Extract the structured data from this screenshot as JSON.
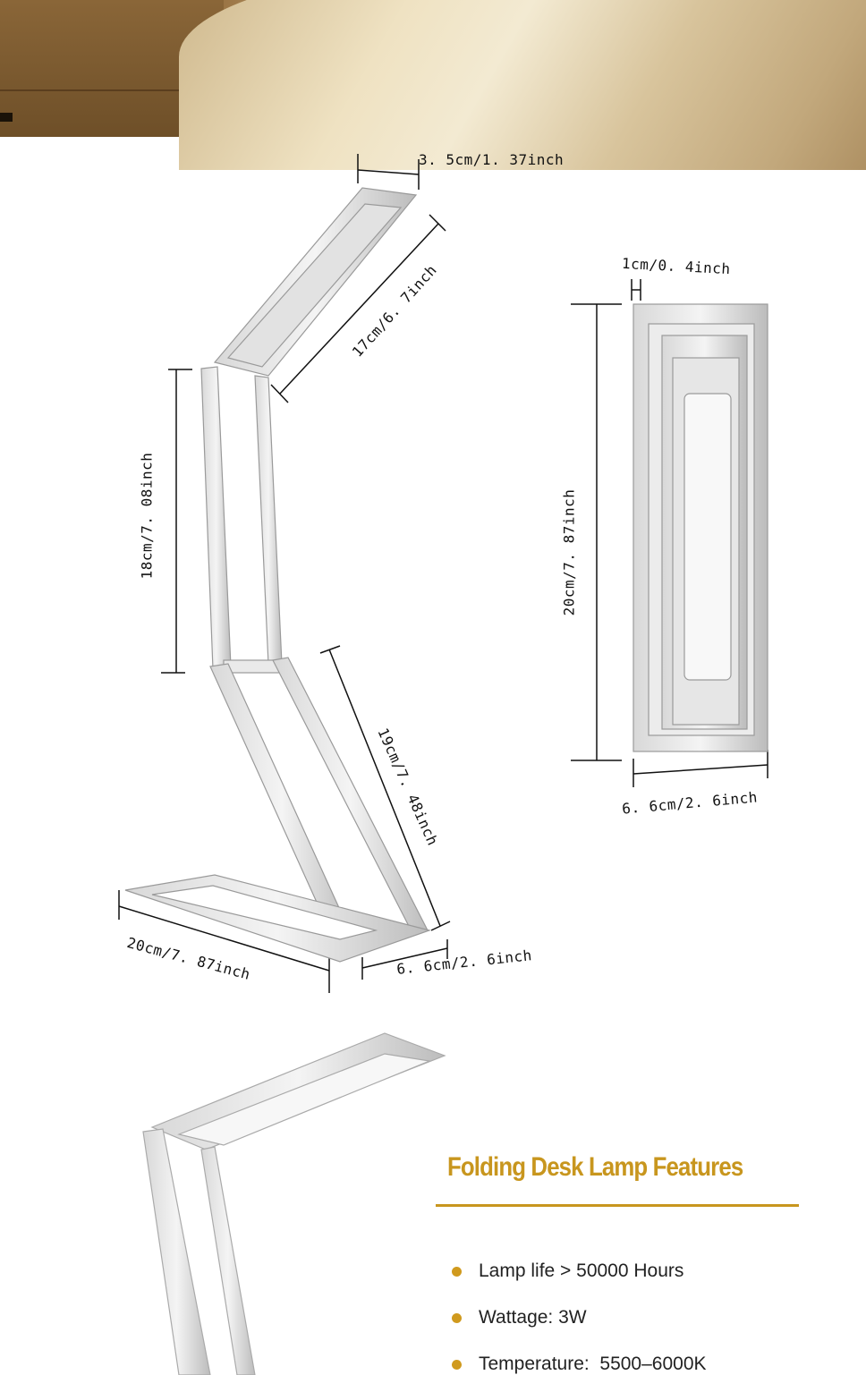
{
  "dimensions": {
    "head_width": "3. 5cm/1. 37inch",
    "head_length": "17cm/6. 7inch",
    "upper_arm": "18cm/7. 08inch",
    "lower_arm": "19cm/7. 48inch",
    "base_length": "20cm/7. 87inch",
    "base_width": "6. 6cm/2. 6inch",
    "folded_thickness": "1cm/0. 4inch",
    "folded_length": "20cm/7. 87inch",
    "folded_width": "6. 6cm/2. 6inch"
  },
  "features": {
    "title": "Folding Desk Lamp Features",
    "items": [
      {
        "label": "Lamp life > 50000 Hours"
      },
      {
        "label": "Wattage: 3W"
      },
      {
        "label": "Temperature:  5500–6000K"
      }
    ]
  },
  "colors": {
    "accent": "#c8961e",
    "bullet": "#d09a1e"
  }
}
